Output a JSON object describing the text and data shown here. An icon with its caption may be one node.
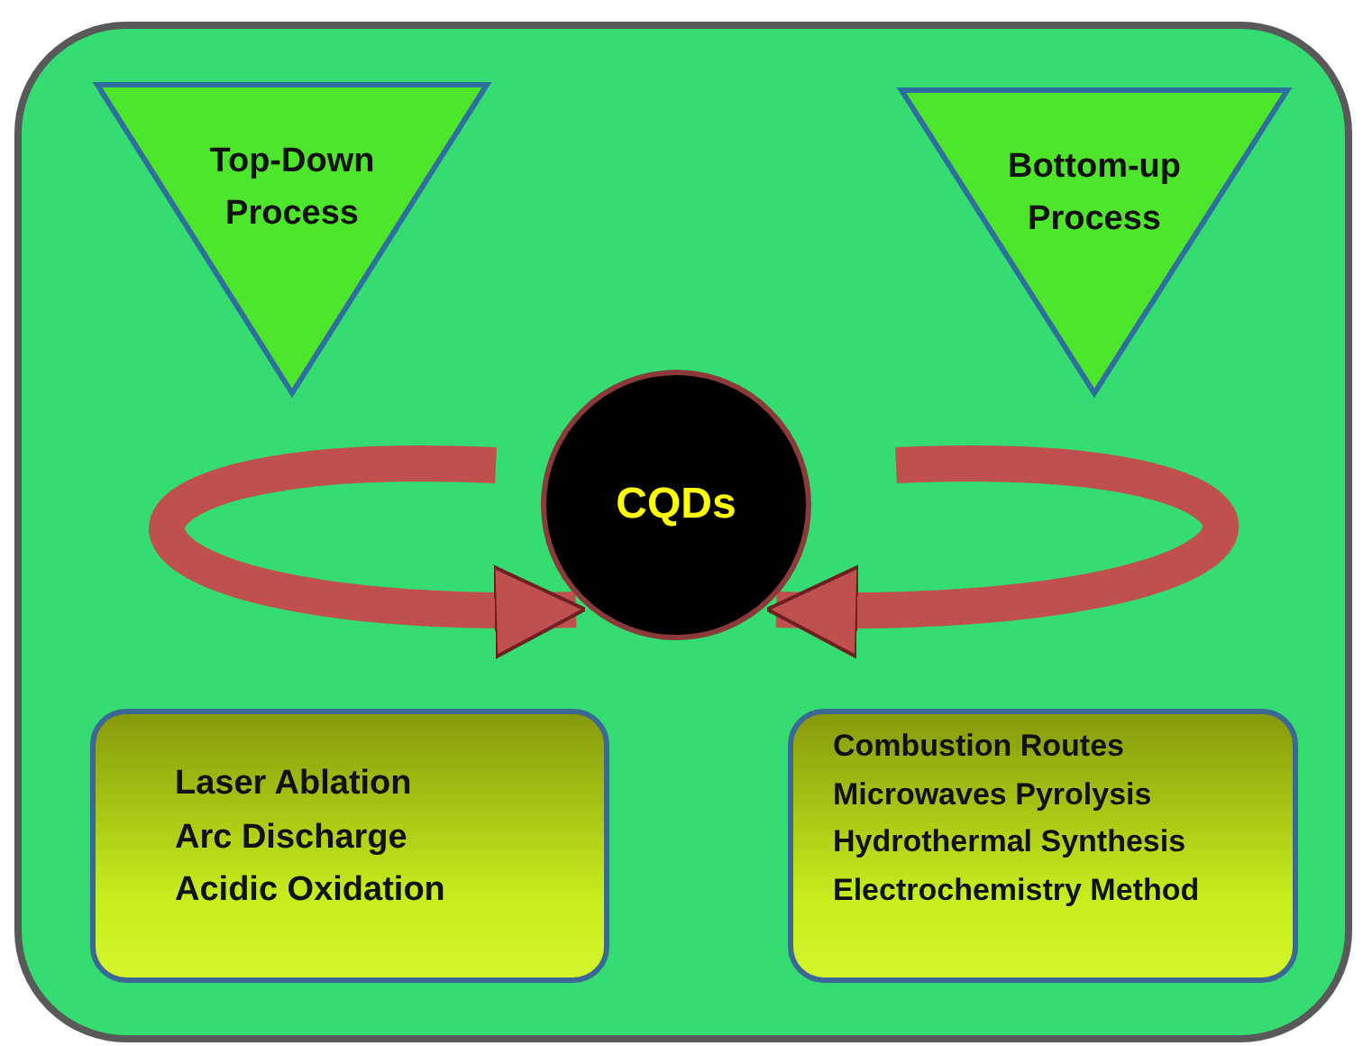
{
  "diagram": {
    "nodes": [
      {
        "text": [],
        "shape": "box"
      },
      {
        "text": [
          "Top-Down Process"
        ],
        "in": 0
      },
      {
        "text": [
          "Bottom-up Process"
        ],
        "in": 0
      },
      {
        "text": [
          "CQDs"
        ],
        "in": 0
      },
      {
        "text": [
          "Laser Ablation",
          "Arc Discharge",
          "Acidic Oxidation"
        ],
        "in": 0
      },
      {
        "text": [
          "Combustion Routes",
          "Microwaves Pyrolysis",
          "Hydrothermal Synthesis",
          "Electrochemistry Method"
        ],
        "in": 0
      }
    ],
    "edges": [
      {
        "from": null,
        "to": 3,
        "arrow": "to"
      },
      {
        "from": null,
        "to": 3,
        "arrow": "to"
      }
    ]
  }
}
